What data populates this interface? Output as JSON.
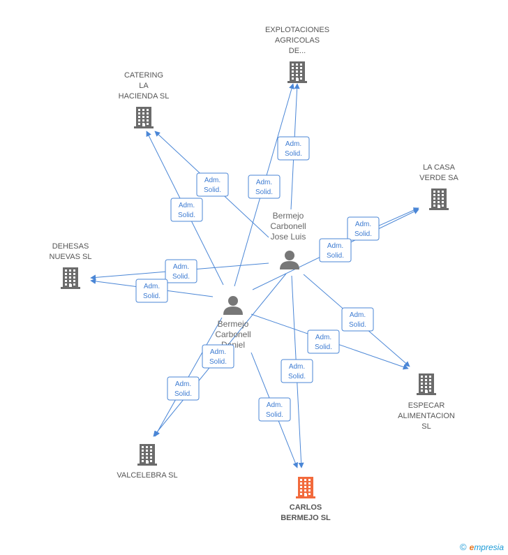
{
  "companies": [
    {
      "id": "explotaciones",
      "lines": [
        "EXPLOTACIONES",
        "AGRICOLAS",
        "DE..."
      ],
      "main": false
    },
    {
      "id": "catering",
      "lines": [
        "CATERING",
        "LA",
        "HACIENDA SL"
      ],
      "main": false
    },
    {
      "id": "lacasa",
      "lines": [
        "LA CASA",
        "VERDE SA"
      ],
      "main": false
    },
    {
      "id": "dehesas",
      "lines": [
        "DEHESAS",
        "NUEVAS SL"
      ],
      "main": false
    },
    {
      "id": "especar",
      "lines": [
        "ESPECAR",
        "ALIMENTACION",
        "SL"
      ],
      "main": false
    },
    {
      "id": "valcelebra",
      "lines": [
        "VALCELEBRA SL"
      ],
      "main": false
    },
    {
      "id": "carlos",
      "lines": [
        "CARLOS",
        "BERMEJO SL"
      ],
      "main": true
    }
  ],
  "persons": [
    {
      "id": "jose",
      "lines": [
        "Bermejo",
        "Carbonell",
        "Jose Luis"
      ]
    },
    {
      "id": "daniel",
      "lines": [
        "Bermejo",
        "Carbonell",
        "Daniel"
      ]
    }
  ],
  "edge_label": [
    "Adm.",
    "Solid."
  ],
  "footer": {
    "copyright": "©",
    "brand_e": "e",
    "brand_rest": "mpresia"
  },
  "colors": {
    "edge": "#4a86d6",
    "building": "#6b6b6b",
    "main_building": "#f26a3c",
    "person": "#777777"
  }
}
